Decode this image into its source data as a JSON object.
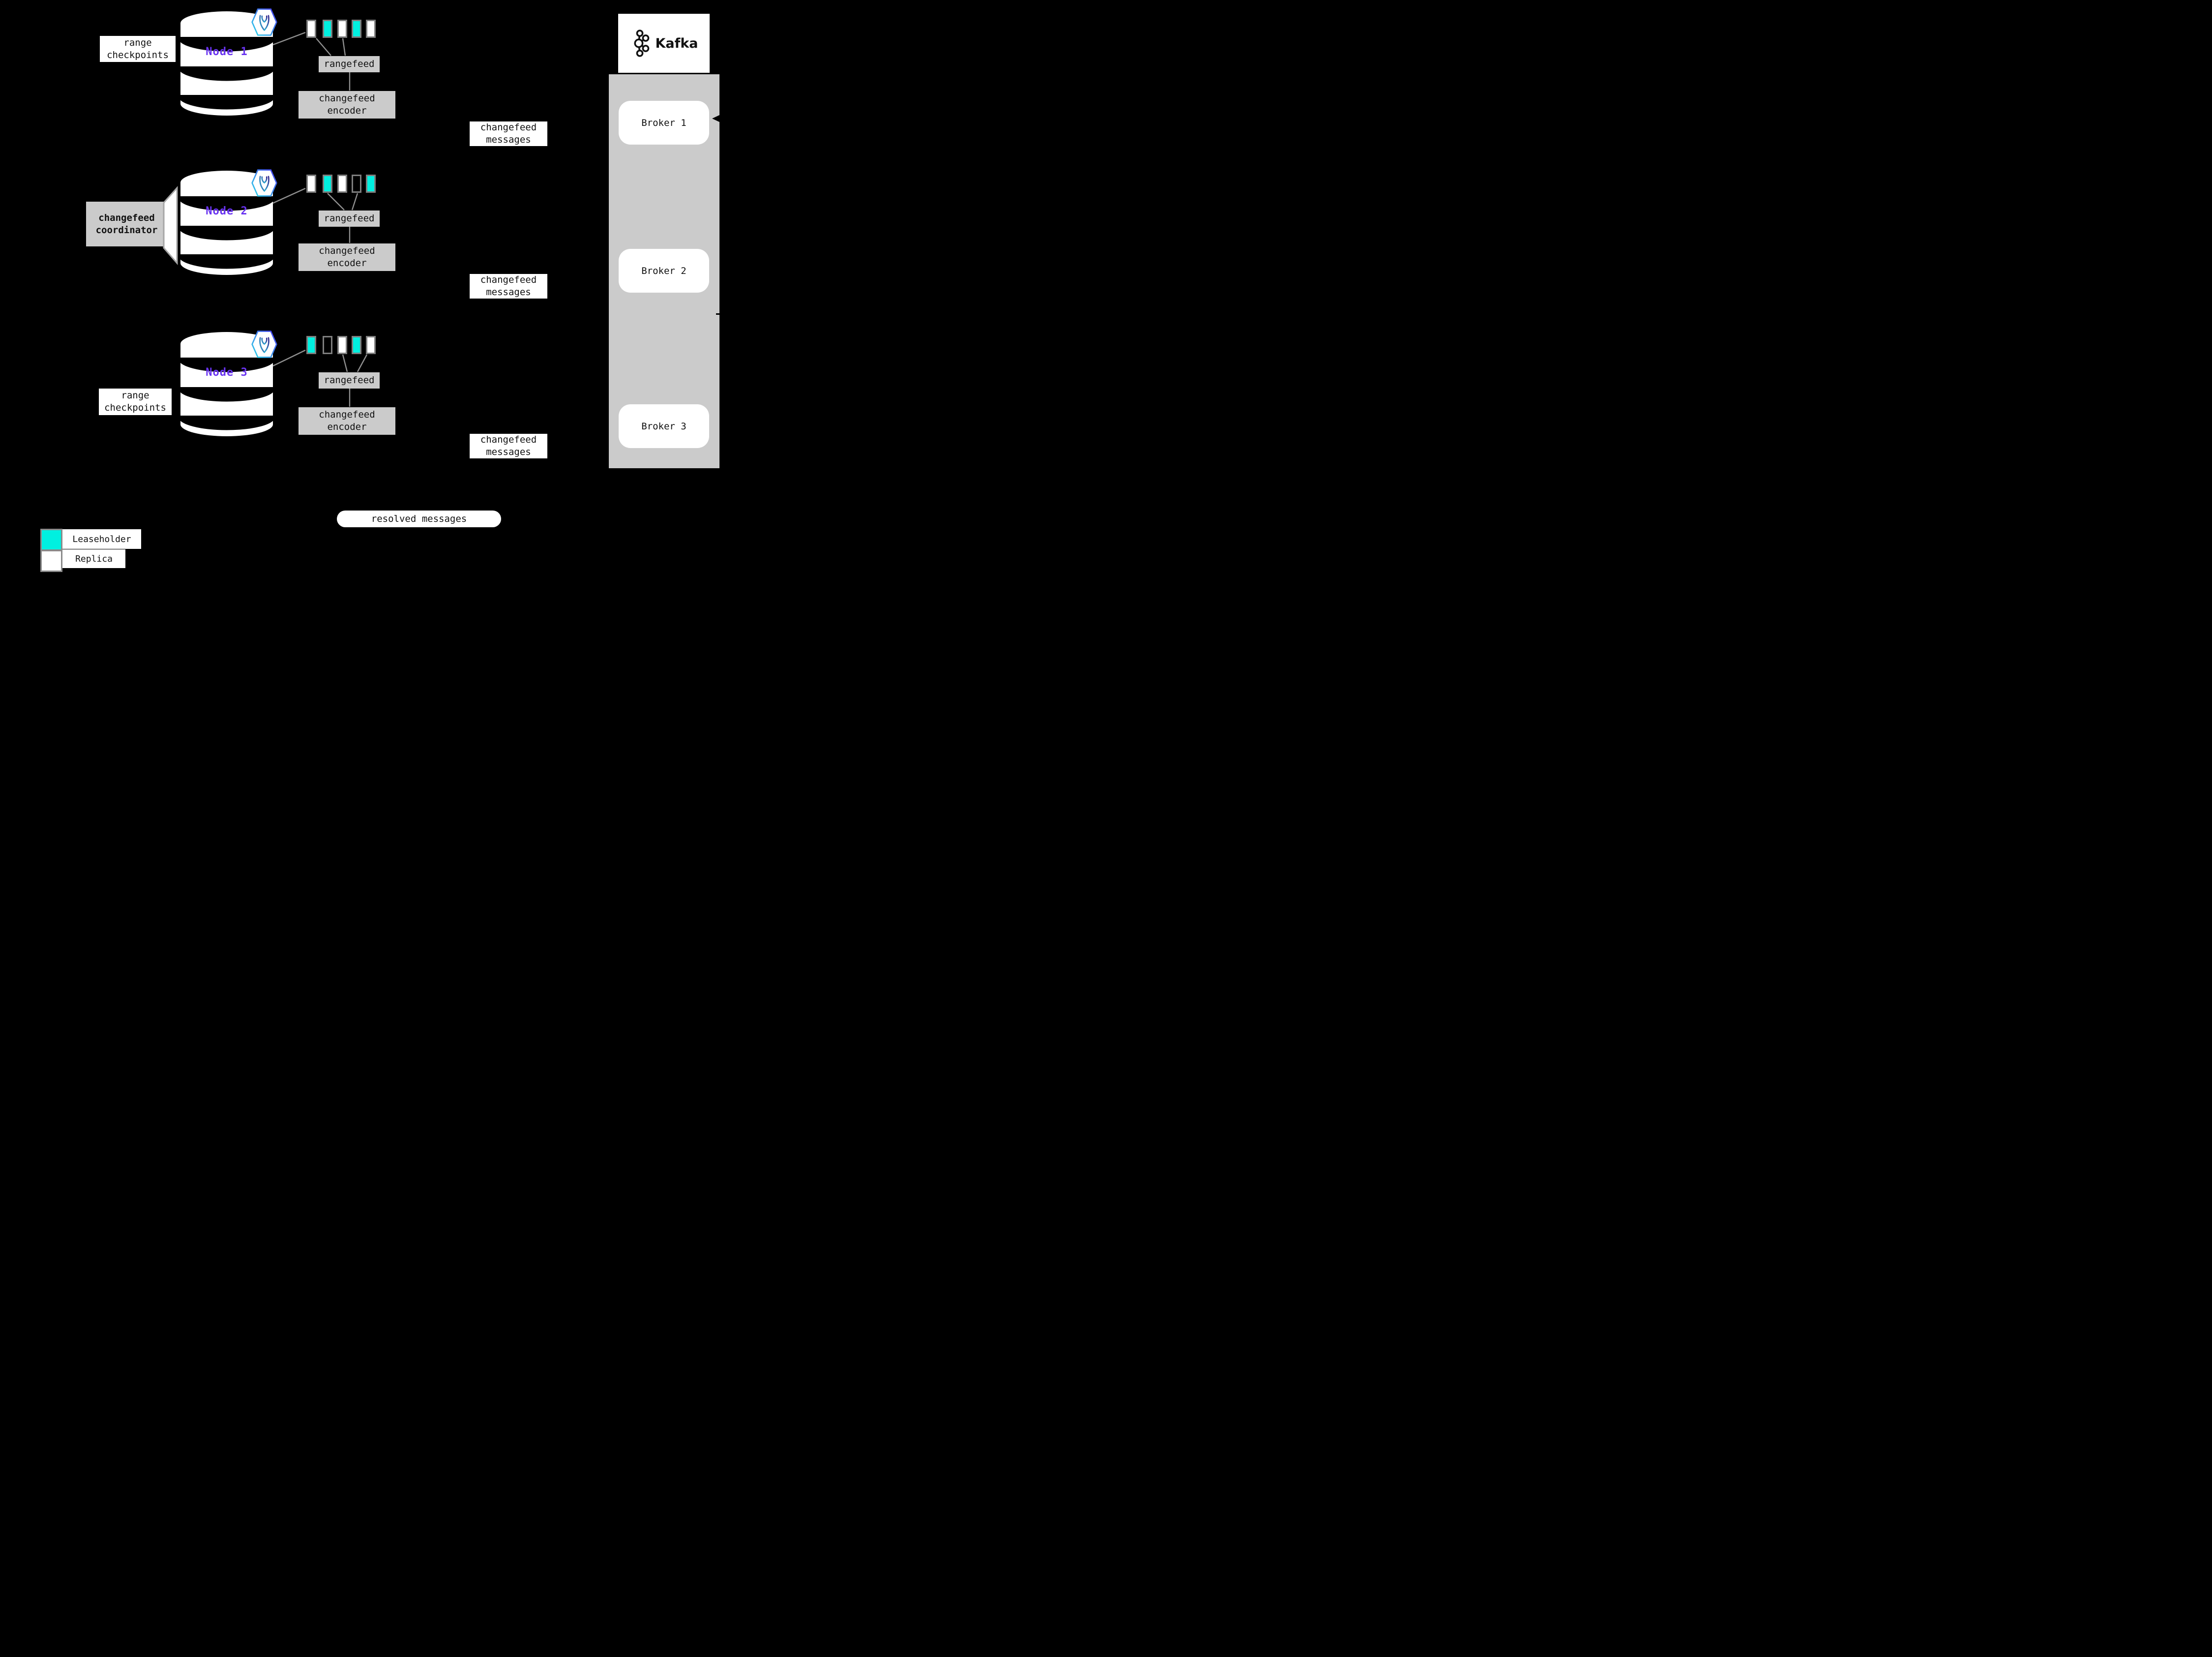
{
  "nodes": [
    {
      "label": "Node 1",
      "checkpoint_label": "range checkpoints",
      "rangefeed_label": "rangefeed",
      "encoder_label": "changefeed encoder",
      "messages_label": "changefeed messages",
      "ranges": [
        "replica",
        "leaseholder",
        "replica",
        "leaseholder",
        "replica"
      ]
    },
    {
      "label": "Node 2",
      "coordinator_label": "changefeed coordinator",
      "rangefeed_label": "rangefeed",
      "encoder_label": "changefeed encoder",
      "messages_label": "changefeed messages",
      "ranges": [
        "replica",
        "leaseholder",
        "replica",
        "empty",
        "leaseholder"
      ]
    },
    {
      "label": "Node 3",
      "checkpoint_label": "range checkpoints",
      "rangefeed_label": "rangefeed",
      "encoder_label": "changefeed encoder",
      "messages_label": "changefeed messages",
      "ranges": [
        "leaseholder",
        "empty",
        "replica",
        "leaseholder",
        "replica"
      ]
    }
  ],
  "kafka": {
    "brand": "Kafka",
    "brokers": [
      "Broker 1",
      "Broker 2",
      "Broker 3"
    ]
  },
  "resolved_label": "resolved messages",
  "legend": {
    "leaseholder": "Leaseholder",
    "replica": "Replica"
  },
  "icons": {
    "node_badge": "cockroachdb-hexagon-icon",
    "kafka": "kafka-circles-icon"
  },
  "colors": {
    "leaseholder_fill": "#00F0E0",
    "replica_fill": "#FFFFFF",
    "node_label_purple": "#6933F0",
    "panel_gray": "#CBCBCB",
    "background": "#000000"
  }
}
